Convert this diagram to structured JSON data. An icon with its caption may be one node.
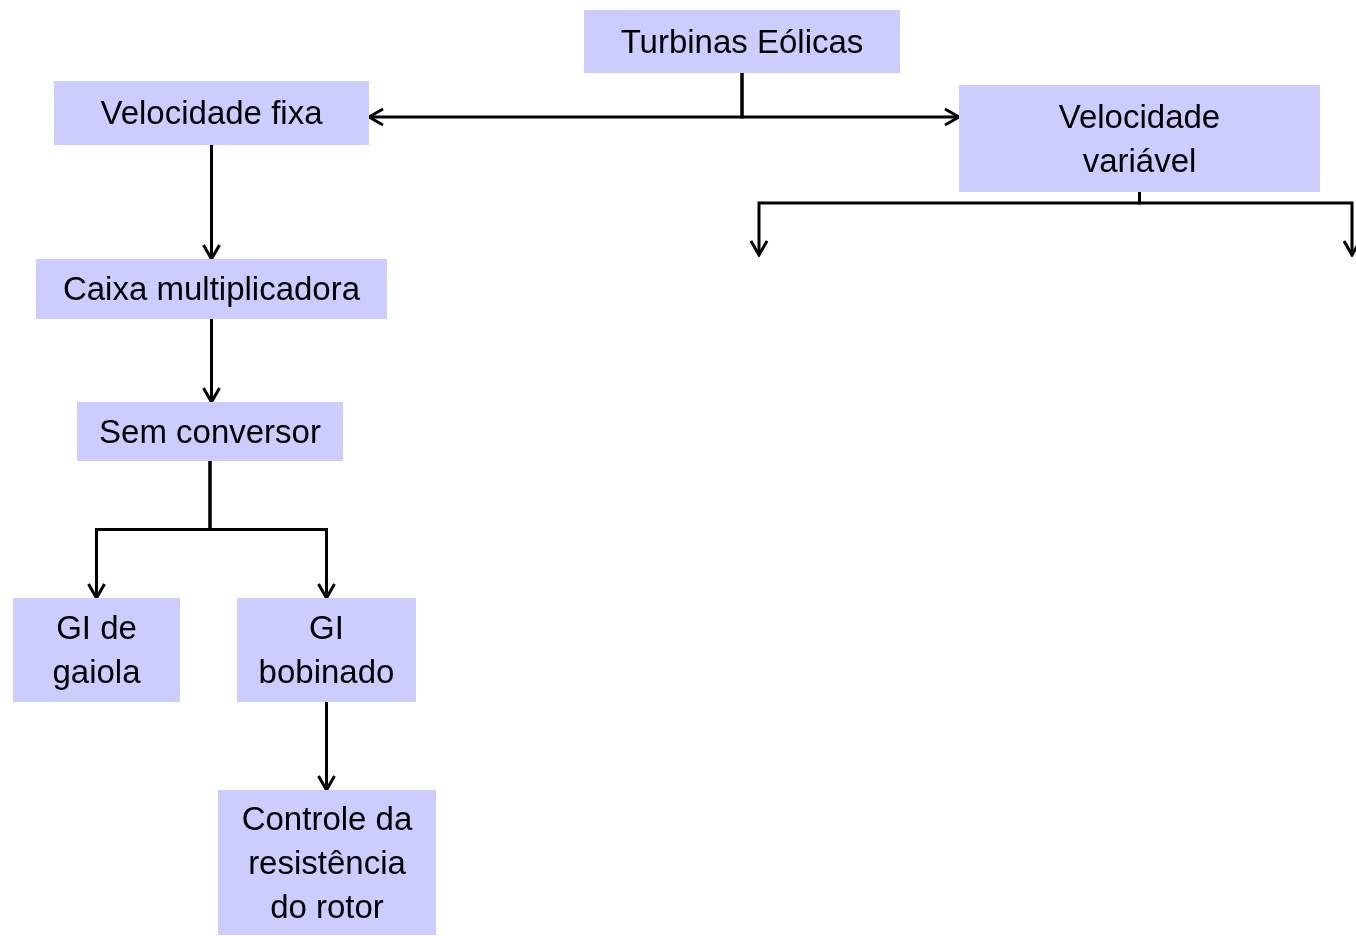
{
  "diagram": {
    "nodes": [
      {
        "text": [
          "Turbinas Eólicas"
        ]
      },
      {
        "text": [
          "Velocidade fixa"
        ]
      },
      {
        "text": [
          "Velocidade variável"
        ]
      },
      {
        "text": [
          "Caixa multiplicadora"
        ]
      },
      {
        "text": [
          "Sem conversor"
        ]
      },
      {
        "text": [
          "GI de gaiola"
        ]
      },
      {
        "text": [
          "GI bobinado"
        ]
      },
      {
        "text": [
          "Controle da resistência do rotor"
        ]
      }
    ],
    "edges": [
      {
        "from": 0,
        "to": 1,
        "arrow": "to"
      },
      {
        "from": 0,
        "to": 2,
        "arrow": "to"
      },
      {
        "from": 2,
        "to": null,
        "arrow": "to"
      },
      {
        "from": 2,
        "to": null,
        "arrow": "to"
      },
      {
        "from": 1,
        "to": 3,
        "arrow": "to"
      },
      {
        "from": 3,
        "to": 4,
        "arrow": "to"
      },
      {
        "from": 4,
        "to": 5,
        "arrow": "to"
      },
      {
        "from": 4,
        "to": 6,
        "arrow": "to"
      },
      {
        "from": 6,
        "to": 7,
        "arrow": "to"
      }
    ]
  }
}
